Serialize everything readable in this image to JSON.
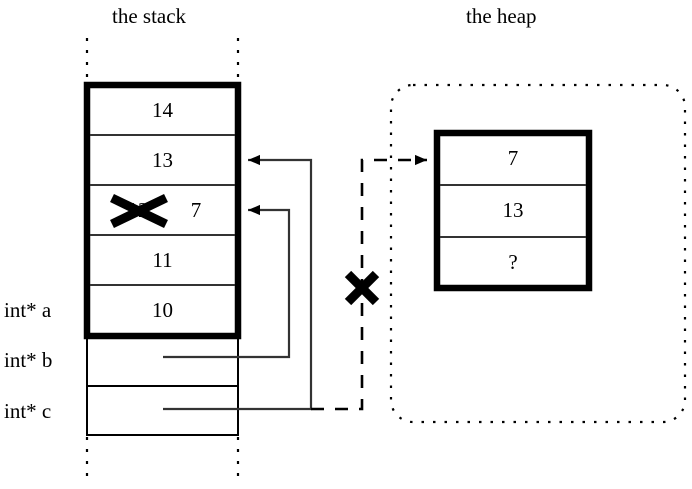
{
  "diagram": {
    "title_stack": "the stack",
    "title_heap": "the heap",
    "ink_color": "#000000",
    "background_color": "#ffffff"
  },
  "stack": {
    "label": "the stack",
    "frame_cells": [
      {
        "value": "14",
        "crossed_out": false
      },
      {
        "value": "13",
        "crossed_out": false
      },
      {
        "value": "12",
        "crossed_out": true,
        "new_value": "7"
      },
      {
        "value": "11",
        "crossed_out": false
      },
      {
        "value": "10",
        "crossed_out": false
      }
    ],
    "pointer_vars": [
      {
        "name": "int* a",
        "target": "stack-cell-10"
      },
      {
        "name": "int* b",
        "target": "stack-cell-12"
      },
      {
        "name": "int* c",
        "target": "heap-cell-7"
      }
    ]
  },
  "heap": {
    "label": "the heap",
    "cells": [
      {
        "value": "7"
      },
      {
        "value": "13"
      },
      {
        "value": "?"
      }
    ]
  },
  "annotations": {
    "crossed_stack_value": "12",
    "replacement_stack_value": "7",
    "invalid_pointer_mark": "X",
    "invalid_pointer_note": "dangling pointer edge crossed out"
  }
}
